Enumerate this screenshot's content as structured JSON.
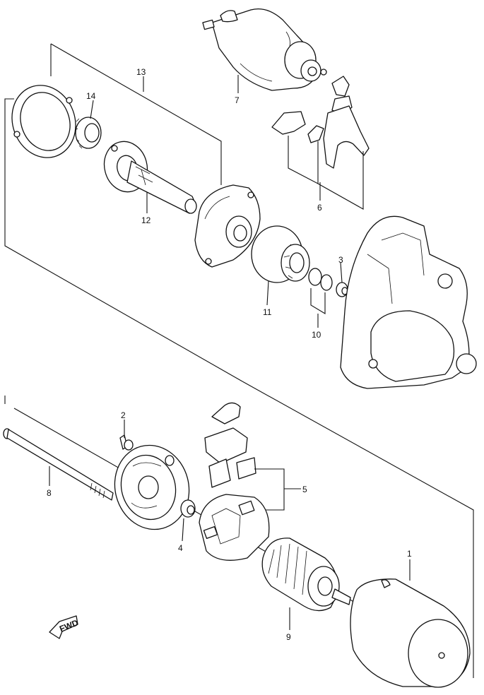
{
  "callouts": {
    "p1": "1",
    "p2": "2",
    "p3": "3",
    "p4": "4",
    "p5": "5",
    "p6": "6",
    "p7": "7",
    "p8": "8",
    "p9": "9",
    "p10": "10",
    "p11": "11",
    "p12": "12",
    "p13": "13",
    "p14": "14"
  },
  "direction_badge": "FWD"
}
